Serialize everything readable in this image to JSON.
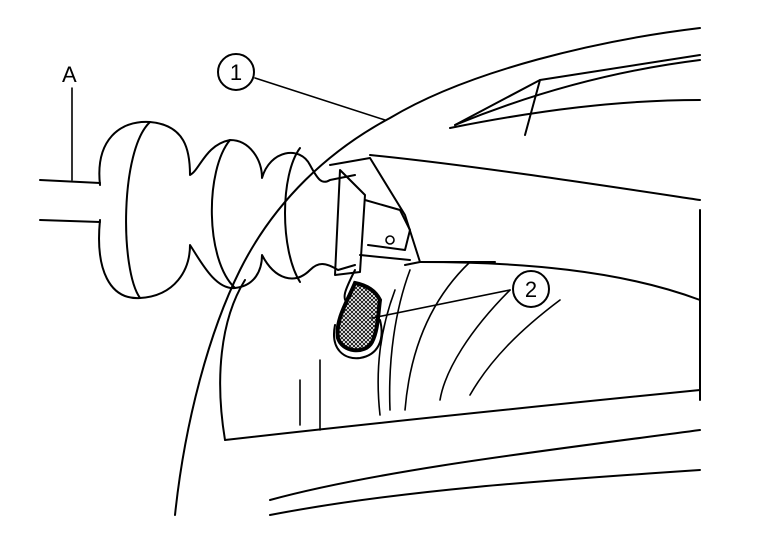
{
  "callouts": {
    "a": "A",
    "one": "1",
    "two": "2"
  },
  "colors": {
    "line": "#000000",
    "background": "#ffffff"
  }
}
